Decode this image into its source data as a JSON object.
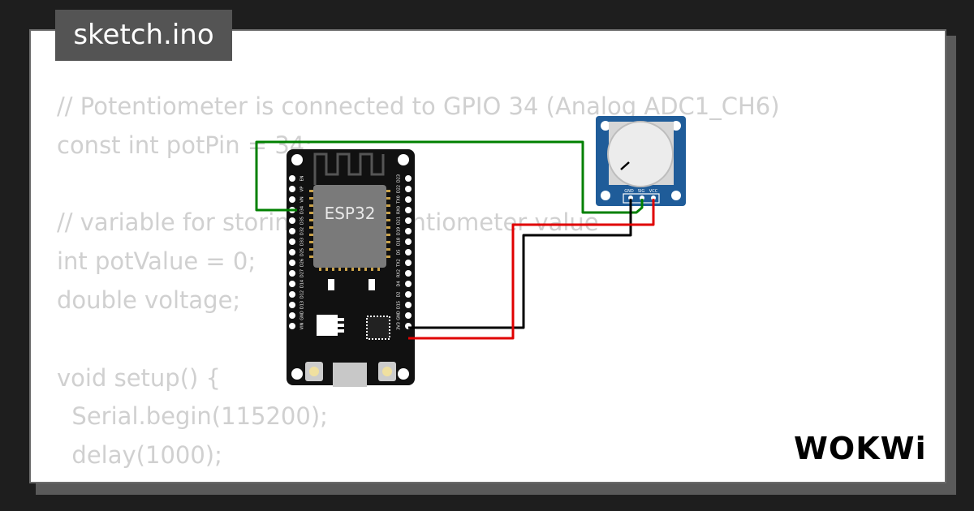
{
  "tab": {
    "filename": "sketch.ino"
  },
  "code": {
    "lines": [
      "// Potentiometer is connected to GPIO 34 (Analog ADC1_CH6)",
      "const int potPin = 34;",
      "",
      "// variable for storing the potentiometer value",
      "int potValue = 0;",
      "double voltage;",
      "",
      "void setup() {",
      "  Serial.begin(115200);",
      "  delay(1000);",
      "}"
    ]
  },
  "esp32": {
    "chip_label": "ESP32",
    "left_pins": [
      "EN",
      "VP",
      "VN",
      "D34",
      "D35",
      "D32",
      "D33",
      "D25",
      "D26",
      "D27",
      "D14",
      "D12",
      "D13",
      "GND",
      "VIN"
    ],
    "right_pins": [
      "D23",
      "D22",
      "TX0",
      "RX0",
      "D21",
      "D19",
      "D18",
      "D5",
      "TX2",
      "RX2",
      "D4",
      "D2",
      "D15",
      "GND",
      "3V3"
    ]
  },
  "potentiometer": {
    "pins": [
      "GND",
      "SIG",
      "VCC"
    ]
  },
  "wires": {
    "signal_color": "#008000",
    "power_color": "#e00000",
    "ground_color": "#000000"
  },
  "logo": {
    "text": "WOKWi"
  },
  "colors": {
    "background": "#1e1e1e",
    "tab": "#545454",
    "code_text": "#d0d0d0",
    "board": "#111111",
    "module": "#1f5c99"
  }
}
